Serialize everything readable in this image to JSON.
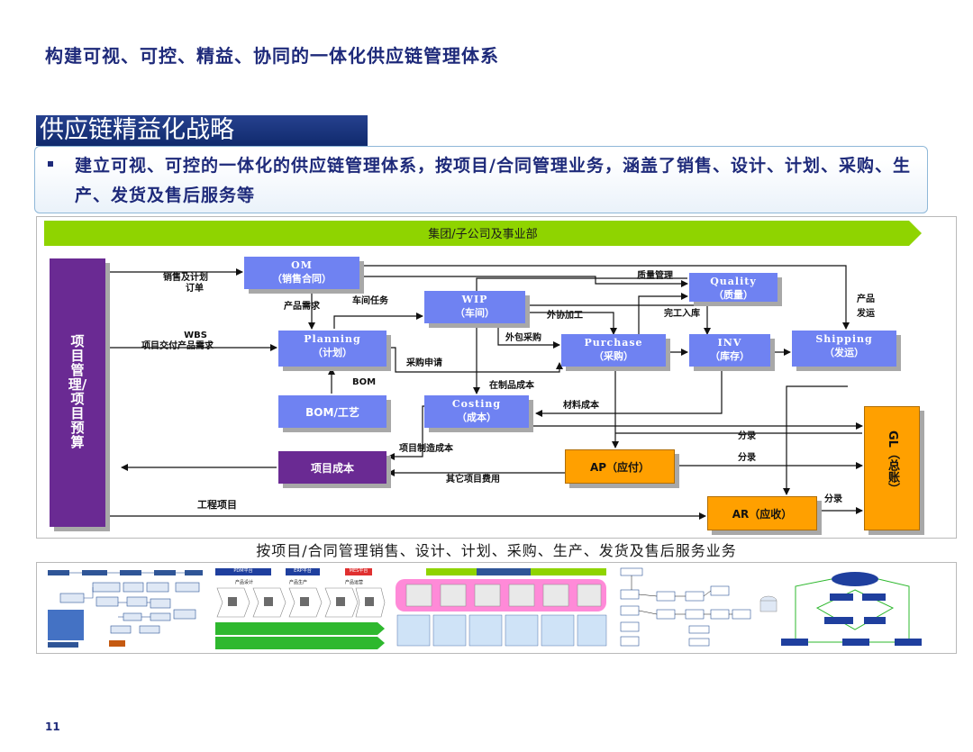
{
  "title": "构建可视、可控、精益、协同的一体化供应链管理体系",
  "strategy_title": "供应链精益化战略",
  "bullet": "建立可视、可控的一体化的供应链管理体系，按项目/合同管理业务，涵盖了销售、设计、计划、采购、生产、发货及售后服务等",
  "diagram": {
    "group_bar": "集团/子公司及事业部",
    "sidebar": "项目管理/项目预算",
    "nodes": {
      "om": {
        "en": "OM",
        "cn": "（销售合同）"
      },
      "wip": {
        "en": "WIP",
        "cn": "（车间）"
      },
      "quality": {
        "en": "Quality",
        "cn": "（质量）"
      },
      "planning": {
        "en": "Planning",
        "cn": "（计划）"
      },
      "purchase": {
        "en": "Purchase",
        "cn": "（采购）"
      },
      "inv": {
        "en": "INV",
        "cn": "（库存）"
      },
      "shipping": {
        "en": "Shipping",
        "cn": "（发运）"
      },
      "bom": "BOM/工艺",
      "costing": {
        "en": "Costing",
        "cn": "（成本）"
      },
      "project_cost": "项目成本",
      "ap": "AP（应付）",
      "ar": "AR（应收）",
      "gl": "GL（总账）"
    },
    "labels": {
      "sales_plan_1": "销售及计划",
      "sales_plan_2": "订单",
      "product_demand": "产品需求",
      "workshop_task": "车间任务",
      "wbs_1": "WBS",
      "wbs_2": "项目交付产品需求",
      "quality_mgmt": "质量管理",
      "product_1": "产品",
      "product_2": "发运",
      "outsource_processing": "外协加工",
      "completion_stock": "完工入库",
      "outsource_purchase": "外包采购",
      "purchase_request": "采购申请",
      "bom": "BOM",
      "wip_cost": "在制品成本",
      "material_cost": "材料成本",
      "journal_1": "分录",
      "journal_2": "分录",
      "journal_3": "分录",
      "project_mfg_cost": "项目制造成本",
      "other_project_cost": "其它项目费用",
      "engineering_project": "工程项目"
    }
  },
  "footer_label": "按项目/合同管理销售、设计、计划、采购、生产、发货及售后服务业务",
  "thumbs": {
    "pdm": "PDM平台",
    "erp": "ERP平台",
    "mes": "MES平台",
    "sub1": "产品设计",
    "sub2": "产品生产",
    "sub3": "产品运营"
  },
  "page_number": "11",
  "colors": {
    "title": "#1e2a7a",
    "node_blue": "#6f82f2",
    "purple": "#6a2a93",
    "orange": "#ffa000",
    "group_green": "#8fd400"
  }
}
